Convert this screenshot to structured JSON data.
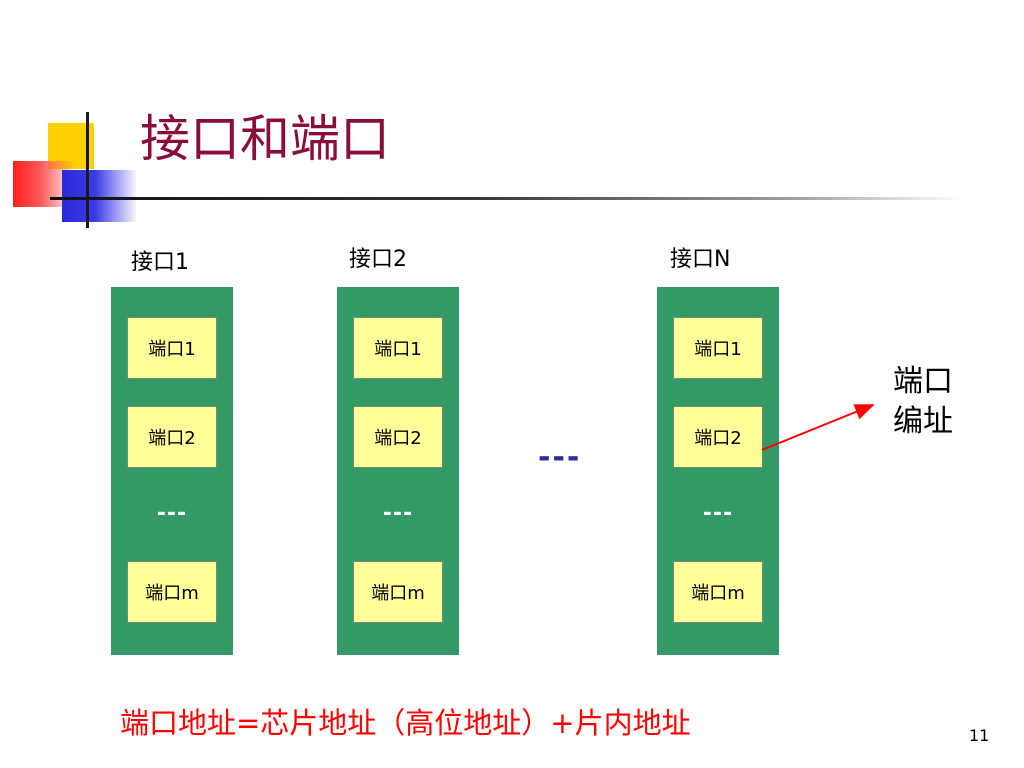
{
  "title": "接口和端口",
  "interfaces": [
    {
      "label": "接口1",
      "ports": [
        "端口1",
        "端口2",
        "端口m"
      ],
      "ellipsis": "---"
    },
    {
      "label": "接口2",
      "ports": [
        "端口1",
        "端口2",
        "端口m"
      ],
      "ellipsis": "---"
    },
    {
      "label": "接口N",
      "ports": [
        "端口1",
        "端口2",
        "端口m"
      ],
      "ellipsis": "---"
    }
  ],
  "between_ellipsis": "---",
  "annotation": {
    "line1": "端口",
    "line2": "编址"
  },
  "formula": "端口地址=芯片地址（高位地址）+片内地址",
  "page_number": "11",
  "colors": {
    "title": "#8b0d37",
    "column": "#339966",
    "port": "#ffff99",
    "formula": "#ff0000",
    "arrow": "#ff0000"
  }
}
